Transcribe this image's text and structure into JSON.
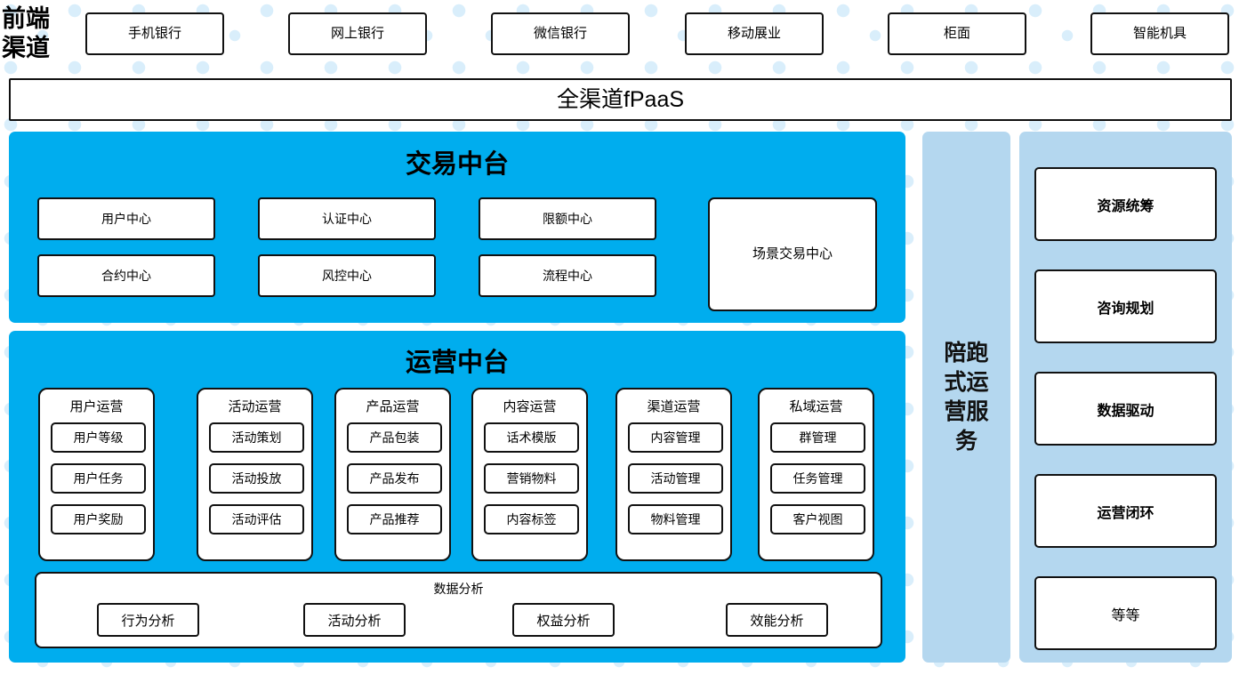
{
  "front_channel": {
    "label": "前端\n渠道",
    "channels": [
      {
        "label": "手机银行"
      },
      {
        "label": "网上银行"
      },
      {
        "label": "微信银行"
      },
      {
        "label": "移动展业"
      },
      {
        "label": "柜面"
      },
      {
        "label": "智能机具"
      }
    ]
  },
  "fpaas": {
    "label": "全渠道fPaaS"
  },
  "transaction_center": {
    "title": "交易中台",
    "modules": [
      {
        "label": "用户中心"
      },
      {
        "label": "认证中心"
      },
      {
        "label": "限额中心"
      },
      {
        "label": "合约中心"
      },
      {
        "label": "风控中心"
      },
      {
        "label": "流程中心"
      },
      {
        "label": "场景交易中心"
      }
    ]
  },
  "operation_center": {
    "title": "运营中台",
    "groups": [
      {
        "title": "用户运营",
        "items": [
          "用户等级",
          "用户任务",
          "用户奖励"
        ]
      },
      {
        "title": "活动运营",
        "items": [
          "活动策划",
          "活动投放",
          "活动评估"
        ]
      },
      {
        "title": "产品运营",
        "items": [
          "产品包装",
          "产品发布",
          "产品推荐"
        ]
      },
      {
        "title": "内容运营",
        "items": [
          "话术模版",
          "营销物料",
          "内容标签"
        ]
      },
      {
        "title": "渠道运营",
        "items": [
          "内容管理",
          "活动管理",
          "物料管理"
        ]
      },
      {
        "title": "私域运营",
        "items": [
          "群管理",
          "任务管理",
          "客户视图"
        ]
      }
    ],
    "analysis": {
      "title": "数据分析",
      "items": [
        "行为分析",
        "活动分析",
        "权益分析",
        "效能分析"
      ]
    }
  },
  "service_panel": {
    "label": "陪跑式运营服务"
  },
  "capability_panel": {
    "items": [
      {
        "label": "资源统筹",
        "bold": true
      },
      {
        "label": "咨询规划",
        "bold": true
      },
      {
        "label": "数据驱动",
        "bold": true
      },
      {
        "label": "运营闭环",
        "bold": true
      },
      {
        "label": "等等",
        "bold": false
      }
    ]
  },
  "colors": {
    "cyan": "#00ADEE",
    "light_blue": "#B4D7EF",
    "dot_pattern": "#D9EEFB",
    "outline": "#111111",
    "box_fill": "#FFFFFF"
  }
}
